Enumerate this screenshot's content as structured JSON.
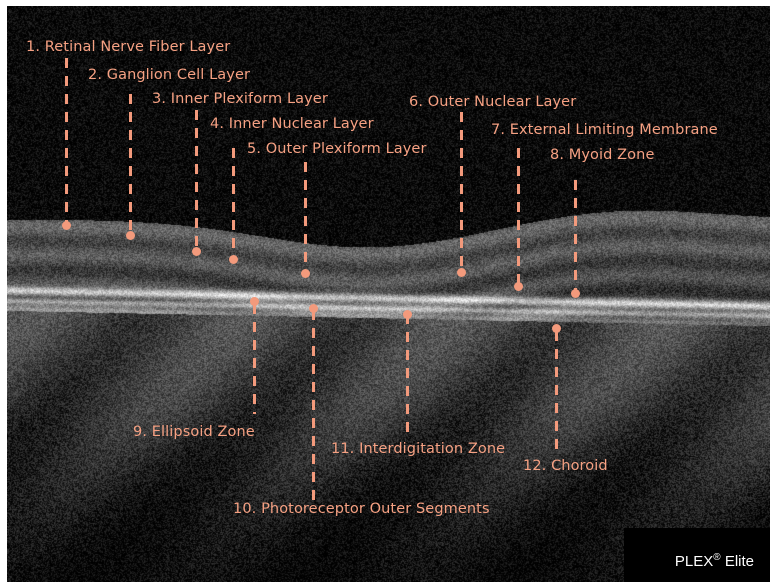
{
  "image": {
    "subject": "OCT retinal cross-section scan",
    "background": "#000000",
    "annotation_color": "#f39a7c"
  },
  "labels": [
    {
      "id": "rnfl",
      "text": "1. Retinal Nerve Fiber Layer"
    },
    {
      "id": "gcl",
      "text": "2. Ganglion Cell Layer"
    },
    {
      "id": "ipl",
      "text": "3. Inner Plexiform Layer"
    },
    {
      "id": "inl",
      "text": "4. Inner Nuclear Layer"
    },
    {
      "id": "opl",
      "text": "5. Outer Plexiform Layer"
    },
    {
      "id": "onl",
      "text": "6. Outer Nuclear Layer"
    },
    {
      "id": "elm",
      "text": "7. External Limiting Membrane"
    },
    {
      "id": "myoid",
      "text": "8. Myoid Zone"
    },
    {
      "id": "ez",
      "text": "9. Ellipsoid Zone"
    },
    {
      "id": "pos",
      "text": "10. Photoreceptor Outer Segments"
    },
    {
      "id": "iz",
      "text": "11. Interdigitation Zone"
    },
    {
      "id": "choroid",
      "text": "12. Choroid"
    }
  ],
  "brand": {
    "name": "PLEX",
    "mark": "®",
    "model": "Elite"
  }
}
